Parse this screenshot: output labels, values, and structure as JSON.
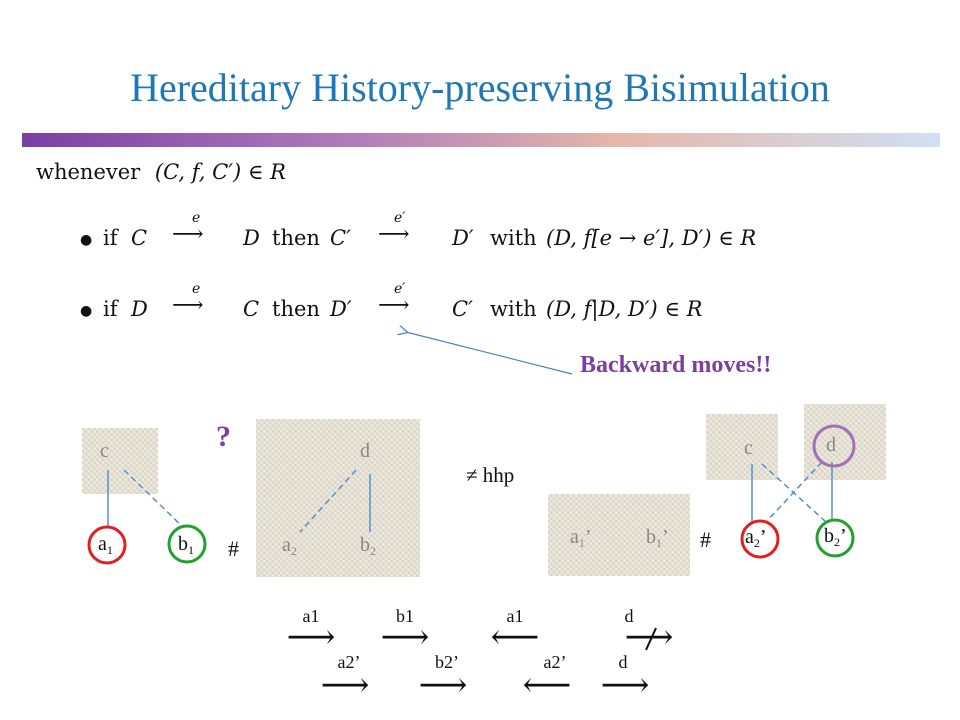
{
  "title": "Hereditary History-preserving Bisimulation",
  "accent_color": "#1f77b4",
  "highlight_color": "#7b3f9e",
  "definition": {
    "intro_word": "whenever",
    "intro_math": "(C, f, C′) ∈ R",
    "rule1": {
      "if_word": "if",
      "lhs": "C",
      "arrow_label": "e",
      "rhs": "D",
      "then_word": "then",
      "lhs2": "C′",
      "arrow_label2": "e′",
      "rhs2": "D′",
      "with_word": "with",
      "tuple": "(D, f[e → e′], D′) ∈ R"
    },
    "rule2": {
      "if_word": "if",
      "lhs": "D",
      "arrow_label": "e",
      "rhs": "C",
      "then_word": "then",
      "lhs2": "D′",
      "arrow_label2": "e′",
      "rhs2": "C′",
      "with_word": "with",
      "tuple": "(D, f|D, D′) ∈ R"
    }
  },
  "annotation": "Backward moves!!",
  "question_mark": "?",
  "not_hhp": "≠ hhp",
  "hash_symbol": "#",
  "left_structure": {
    "box1_event": "c",
    "box1_minimal": [
      {
        "name": "a",
        "sub": "1"
      },
      {
        "name": "b",
        "sub": "1"
      }
    ],
    "box2_top": "d",
    "box2_bottom": [
      {
        "name": "a",
        "sub": "2"
      },
      {
        "name": "b",
        "sub": "2"
      }
    ]
  },
  "right_structure": {
    "box1_bottom": [
      {
        "name": "a",
        "sub": "1",
        "prime": "’"
      },
      {
        "name": "b",
        "sub": "1",
        "prime": "’"
      }
    ],
    "box2_top": [
      "c",
      "d"
    ],
    "box2_bottom": [
      {
        "name": "a",
        "sub": "2",
        "prime": "’"
      },
      {
        "name": "b",
        "sub": "2",
        "prime": "’"
      }
    ]
  },
  "sequence": {
    "top_labels": [
      "a1",
      "b1",
      "a1",
      "d"
    ],
    "bottom_labels": [
      "a2’",
      "b2’",
      "a2’",
      "d"
    ]
  }
}
